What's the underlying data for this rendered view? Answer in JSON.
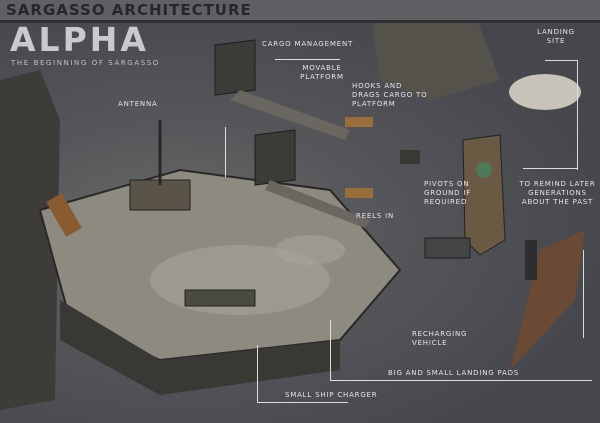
{
  "header": {
    "series_title": "SARGASSO ARCHITECTURE",
    "title": "ALPHA",
    "subtitle": "THE BEGINNING OF SARGASSO"
  },
  "annotations": {
    "cargo_management": "CARGO MANAGEMENT",
    "movable_platform": "MOVABLE PLATFORM",
    "hooks": "HOOKS AND DRAGS CARGO TO PLATFORM",
    "landing_site": "LANDING SITE",
    "antenna": "ANTENNA",
    "pivots": "PIVOTS ON GROUND IF REQUIRED",
    "remind": "TO REMIND LATER GENERATIONS ABOUT THE PAST",
    "reels_in": "REELS IN",
    "recharging": "RECHARGING VEHICLE",
    "landing_pads": "BIG AND SMALL LANDING PADS",
    "ship_charger": "SMALL SHIP CHARGER"
  }
}
